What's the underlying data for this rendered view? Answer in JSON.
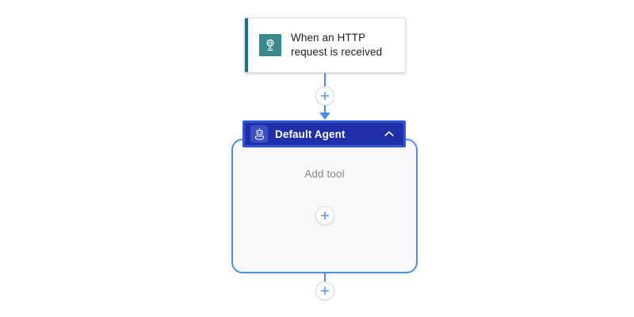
{
  "canvas": {
    "background_color": "#ffffff"
  },
  "trigger": {
    "title": "When an HTTP request is received",
    "icon": "http-request-globe-icon",
    "accent_color": "#17718a",
    "icon_background": "#38898c",
    "text_color": "#201f1e"
  },
  "connectors": {
    "top": {
      "add_button_icon": "plus-icon",
      "line_color": "#4a8df3",
      "arrow_icon": "arrow-down-icon"
    },
    "bottom": {
      "add_button_icon": "plus-icon",
      "line_color": "#4a8df3"
    }
  },
  "agent": {
    "title": "Default Agent",
    "icon": "robot-agent-icon",
    "header_color": "#1f2fa8",
    "selection_ring_color": "#2b52d6",
    "title_color": "#ffffff",
    "collapse_icon": "chevron-up-icon",
    "container_border_color": "#4a8df3",
    "container_background": "#f8f8f8",
    "tools": {
      "empty_label": "Add tool",
      "empty_label_color": "#8a8886",
      "add_button_icon": "plus-icon"
    }
  }
}
